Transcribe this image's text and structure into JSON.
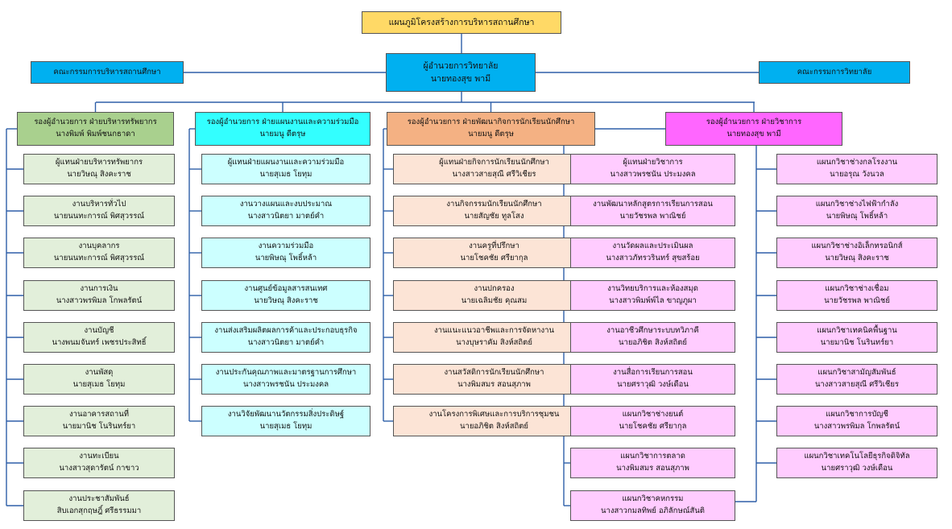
{
  "colors": {
    "title": "#ffd966",
    "director": "#00b0f0",
    "line": "#2e5fa8",
    "green": "#a9d08e",
    "cyan": "#33ffff",
    "orange": "#f4b183",
    "pink": "#ff66ff"
  },
  "title": "แผนภูมิโครงสร้างการบริหารสถานศึกษา",
  "director": {
    "role": "ผู้อำนวยการวิทยาลัย",
    "name": "นายทองสุข  พามี"
  },
  "committee_left": "คณะกรรมการบริหารสถานศึกษา",
  "committee_right": "คณะกรรมการวิทยาลัย",
  "divisions": [
    {
      "role": "รองผู้อำนวยการ ฝ่ายบริหารทรัพยากร",
      "name": "นางพิมพ์  พิมพ์ชนกธาดา",
      "units": [
        {
          "l1": "ผู้แทนฝ่ายบริหารทรัพยากร",
          "l2": "นายวิษณุ  สิงคะราช"
        },
        {
          "l1": "งานบริหารทั่วไป",
          "l2": "นายนนทะการณ์  พิศสุวรรณ์"
        },
        {
          "l1": "งานบุคลากร",
          "l2": "นายนนทะการณ์  พิศสุวรรณ์"
        },
        {
          "l1": "งานการเงิน",
          "l2": "นางสาวพรพิมล  โกพลรัตน์"
        },
        {
          "l1": "งานบัญชี",
          "l2": "นางพนมจันทร์  เพชรประสิทธิ์"
        },
        {
          "l1": "งานพัสดุ",
          "l2": "นายสุเมธ  โยทุม"
        },
        {
          "l1": "งานอาคารสถานที่",
          "l2": "นายมานิช  โนรินทร์ยา"
        },
        {
          "l1": "งานทะเบียน",
          "l2": "นางสาวสุดารัตน์  กาขาว"
        },
        {
          "l1": "งานประชาสัมพันธ์",
          "l2": "สิบเอกสุกฤษฎิ์  ศรีธรรมมา"
        }
      ]
    },
    {
      "role": "รองผู้อำนวยการ ฝ่ายแผนงานและความร่วมมือ",
      "name": "นายมนู  ดีตรุษ",
      "units": [
        {
          "l1": "ผู้แทนฝ่ายแผนงานและความร่วมมือ",
          "l2": "นายสุเมธ  โยทุม"
        },
        {
          "l1": "งานวางแผนและงบประมาณ",
          "l2": "นางสาวนิตยา  มาตย์คำ"
        },
        {
          "l1": "งานความร่วมมือ",
          "l2": "นายพิษณุ  โพธิ์หล้า"
        },
        {
          "l1": "งานศูนย์ข้อมูลสารสนเทศ",
          "l2": "นายวิษณุ  สิงคะราช"
        },
        {
          "l1": "งานส่งเสริมผลิตผลการค้าและประกอบธุรกิจ",
          "l2": "นางสาวนิตยา  มาตย์คำ"
        },
        {
          "l1": "งานประกันคุณภาพและมาตรฐานการศึกษา",
          "l2": "นางสาวพรชนัน  ประมงคล"
        },
        {
          "l1": "งานวิจัยพัฒนานวัตกรรมสิ่งประดิษฐ์",
          "l2": "นายสุเมธ  โยทุม"
        }
      ]
    },
    {
      "role": "รองผู้อำนวยการ ฝ่ายพัฒนากิจการนักเรียนนักศึกษา",
      "name": "นายมนู  ดีตรุษ",
      "units": [
        {
          "l1": "ผู้แทนฝ่ายกิจการนักเรียนนักศึกษา",
          "l2": "นางสาวสายสุณี  ศรีวิเชียร"
        },
        {
          "l1": "งานกิจกรรมนักเรียนนักศึกษา",
          "l2": "นายสัญชัย  ทูลโสง"
        },
        {
          "l1": "งานครูที่ปรึกษา",
          "l2": "นายโชคชัย  ศรียากุล"
        },
        {
          "l1": "งานปกครอง",
          "l2": "นายเฉลิมชัย  คุณสม"
        },
        {
          "l1": "งานแนะแนวอาชีพและการจัดหางาน",
          "l2": "นางบุษราคัม  สิงห์สถิตย์"
        },
        {
          "l1": "งานสวัสดิการนักเรียนนักศึกษา",
          "l2": "นางพิมสมร  สอนสุภาพ"
        },
        {
          "l1": "งานโครงการพิเศษและการบริการชุมชน",
          "l2": "นายอภิชิต  สิงห์สถิตย์"
        }
      ]
    },
    {
      "role": "รองผู้อำนวยการ ฝ่ายวิชาการ",
      "name": "นายทองสุข  พามี",
      "units": [
        {
          "l1": "ผู้แทนฝ่ายวิชาการ",
          "l2": "นางสาวพรชนัน  ประมงคล"
        },
        {
          "l1": "งานพัฒนาหลักสูตรการเรียนการสอน",
          "l2": "นายวัชรพล  พาณิชย์"
        },
        {
          "l1": "งานวัดผลและประเมินผล",
          "l2": "นางสาวภัทรวรินทร์  สุขสร้อย"
        },
        {
          "l1": "งานวิทยบริการและห้องสมุด",
          "l2": "นางสาวพิมพ์พ์ไล  ขาญภูผา"
        },
        {
          "l1": "งานอาชีวศึกษาระบบทวิภาคี",
          "l2": "นายอภิชิต  สิงห์สถิตย์"
        },
        {
          "l1": "งานสื่อการเรียนการสอน",
          "l2": "นายศราวุฒิ  วงษ์เดือน"
        },
        {
          "l1": "แผนกวิชาช่างยนต์",
          "l2": "นายโชคชัย  ศรียากุล"
        },
        {
          "l1": "แผนกวิชาการตลาด",
          "l2": "นางพิมสมร  สอนสุภาพ"
        },
        {
          "l1": "แผนกวิชาคหกรรม",
          "l2": "นางสาวกมลทิพย์  อภิลักษณ์สันติ"
        }
      ],
      "departments": [
        {
          "l1": "แผนกวิชาช่างกลโรงงาน",
          "l2": "นายอรุณ  วังนวล"
        },
        {
          "l1": "แผนกวิชาช่างไฟฟ้ากำลัง",
          "l2": "นายพิษณุ  โพธิ์หล้า"
        },
        {
          "l1": "แผนกวิชาช่างอิเล็กทรอนิกส์",
          "l2": "นายวิษณุ  สิงคะราช"
        },
        {
          "l1": "แผนกวิชาช่างเชื่อม",
          "l2": "นายวัชรพล  พาณิชย์"
        },
        {
          "l1": "แผนกวิชาเทคนิคพื้นฐาน",
          "l2": "นายมานิช  โนรินทร์ยา"
        },
        {
          "l1": "แผนกวิชาสามัญสัมพันธ์",
          "l2": "นางสาวสายสุณี  ศรีวิเชียร"
        },
        {
          "l1": "แผนกวิชาการบัญชี",
          "l2": "นางสาวพรพิมล  โกพลรัตน์"
        },
        {
          "l1": "แผนกวิชาเทคโนโลยีธุรกิจดิจิทัล",
          "l2": "นายศราวุฒิ  วงษ์เดือน"
        }
      ]
    }
  ]
}
